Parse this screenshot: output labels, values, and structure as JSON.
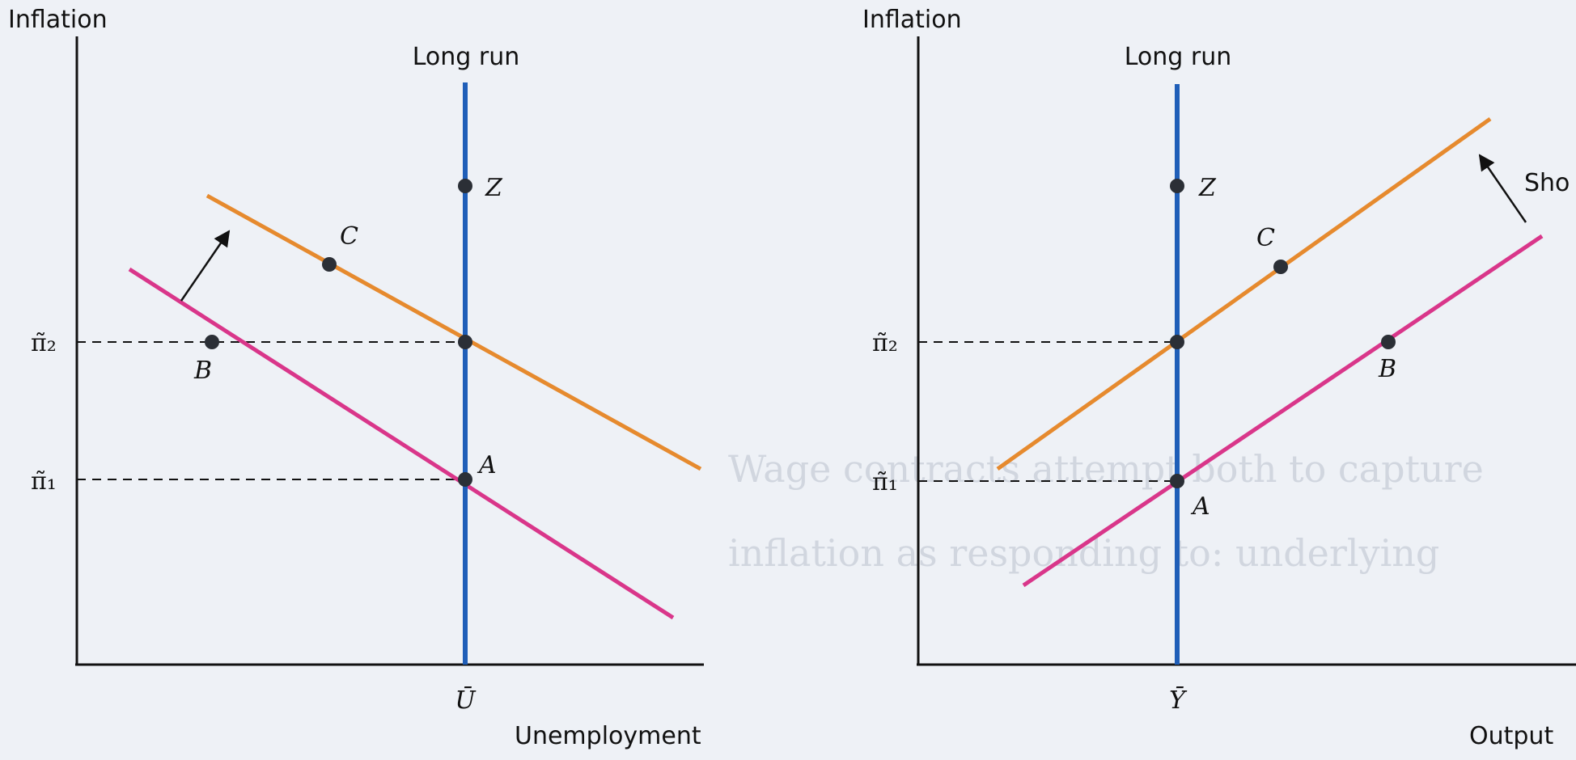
{
  "chart_data": [
    {
      "type": "line",
      "xlabel": "Unemployment",
      "ylabel": "Inflation",
      "x_tick": "Ū",
      "y_ticks": [
        "π̃₂",
        "π̃₁"
      ],
      "long_run_label": "Long run",
      "series": [
        {
          "color": "#d9368a",
          "points": [
            [
              "",
              0
            ],
            [
              "B",
              0
            ],
            [
              "A",
              0
            ],
            [
              "",
              0
            ]
          ]
        },
        {
          "color": "#e68a2e",
          "points": [
            [
              "",
              0
            ],
            [
              "C",
              0
            ],
            [
              "",
              0
            ],
            [
              "",
              0
            ]
          ]
        },
        {
          "color": "#1f5eb8",
          "points": [
            [
              "Z",
              0
            ],
            [
              "",
              0
            ],
            [
              "",
              0
            ]
          ]
        }
      ],
      "annotations": [
        "C",
        "B",
        "A",
        "Z"
      ]
    },
    {
      "type": "line",
      "xlabel": "Output",
      "ylabel": "Inflation",
      "x_tick": "Ȳ",
      "y_ticks": [
        "π̃₂",
        "π̃₁"
      ],
      "long_run_label": "Long run",
      "side_label": "Sho",
      "annotations": [
        "C",
        "B",
        "A",
        "Z"
      ]
    }
  ],
  "colors": {
    "background": "#eef1f6",
    "axis": "#111111",
    "long_run": "#1f5eb8",
    "short_run_initial": "#d9368a",
    "short_run_shifted": "#e68a2e",
    "point": "#2b2f36"
  },
  "text": {
    "left_ylabel": "Inflation",
    "left_xlabel": "Unemployment",
    "left_long_run": "Long run",
    "left_xtick": "Ū",
    "left_pi2": "π̃₂",
    "left_pi1": "π̃₁",
    "left_C": "C",
    "left_B": "B",
    "left_A": "A",
    "left_Z": "Z",
    "right_ylabel": "Inflation",
    "right_xlabel": "Output",
    "right_long_run": "Long run",
    "right_xtick": "Ȳ",
    "right_pi2": "π̃₂",
    "right_pi1": "π̃₁",
    "right_C": "C",
    "right_B": "B",
    "right_A": "A",
    "right_Z": "Z",
    "right_side": "Sho"
  }
}
